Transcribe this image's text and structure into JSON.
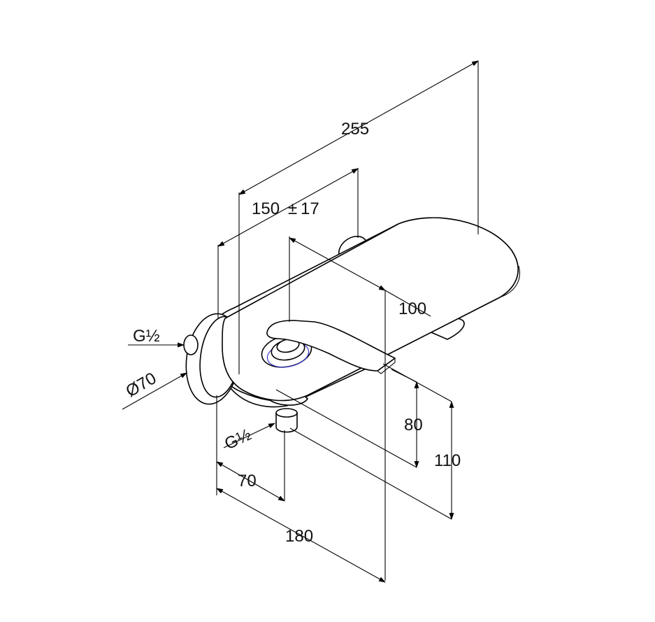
{
  "dimensions": {
    "d255": "255",
    "d150": "150",
    "d150_tol_sign": "±",
    "d150_tol": "17",
    "d100": "100",
    "d80": "80",
    "d110": "110",
    "d70": "70",
    "d180": "180",
    "inlet_thread_left": "G½",
    "inlet_thread_bottom": "G½",
    "rosette_diameter": "Ø70"
  },
  "colors": {
    "line": "#000000",
    "outlet_ring": "#3a3ad0"
  }
}
